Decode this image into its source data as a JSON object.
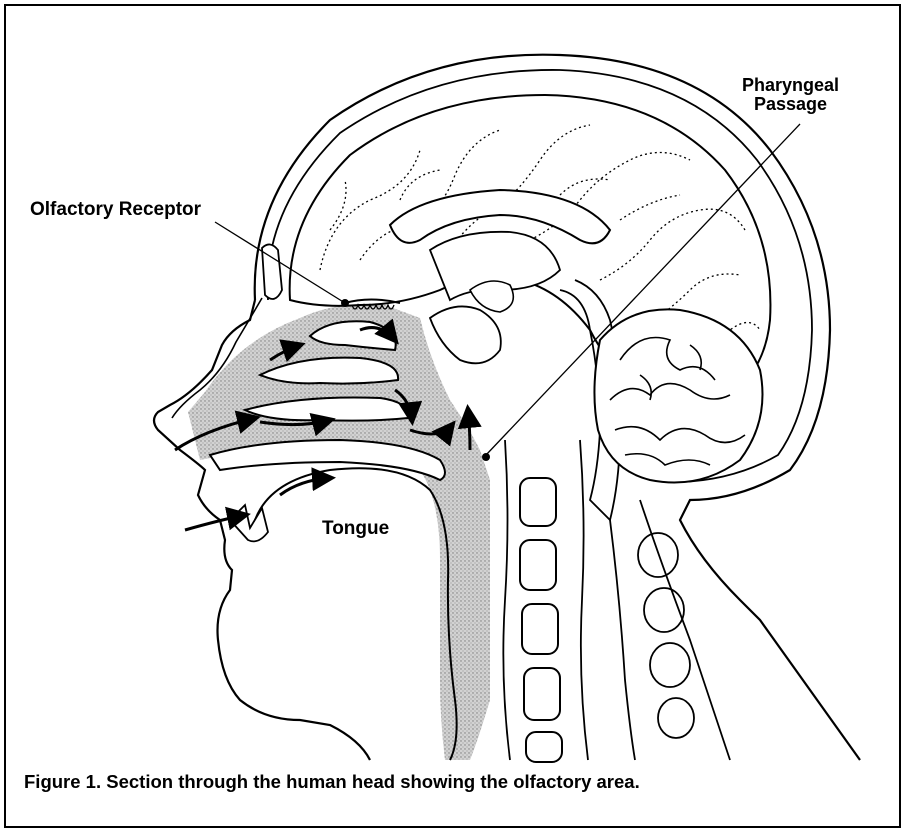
{
  "figure": {
    "caption": "Figure 1. Section through the human head showing the olfactory area.",
    "labels": {
      "olfactory_receptor": "Olfactory Receptor",
      "pharyngeal_line1": "Pharyngeal",
      "pharyngeal_line2": "Passage",
      "tongue": "Tongue"
    }
  },
  "colors": {
    "line": "#000000",
    "shading": "#c8c8c8",
    "paper": "#ffffff"
  }
}
